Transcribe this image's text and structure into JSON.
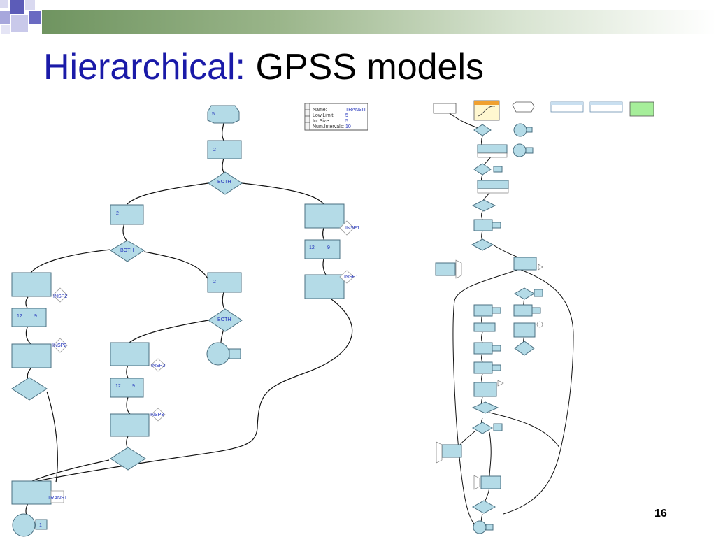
{
  "slide": {
    "title_part1": "Hierarchical:",
    "title_part2": "GPSS models",
    "page_number": "16"
  },
  "colors": {
    "title_blue": "#1a1aa8",
    "block_fill": "#b4dbe7",
    "accent_green": "#6f9460"
  },
  "left_model": {
    "table": {
      "rows": [
        {
          "key": "Name:",
          "value": "TRANSIT"
        },
        {
          "key": "Low.Limit:",
          "value": "5"
        },
        {
          "key": "Int.Size:",
          "value": "5"
        },
        {
          "key": "Num.Intervals:",
          "value": "10"
        }
      ]
    },
    "generate_label": "5",
    "blocks": {
      "top_advance": "2",
      "both_top": "BOTH",
      "left_advance": "2",
      "both_mid": "BOTH",
      "right_advance": "2",
      "both_inner": "BOTH",
      "insp1_a": "INSP1",
      "insp1_b": "INSP1",
      "insp1_adv_a": "12",
      "insp1_adv_b": "9",
      "insp2_a": "INSP2",
      "insp2_b": "INSP2",
      "insp2_adv_a": "12",
      "insp2_adv_b": "9",
      "insp3_a": "INSP3",
      "insp3_b": "INSP3",
      "insp3_adv_a": "12",
      "insp3_adv_b": "9",
      "transit": "TRANST",
      "terminate": "1"
    }
  }
}
